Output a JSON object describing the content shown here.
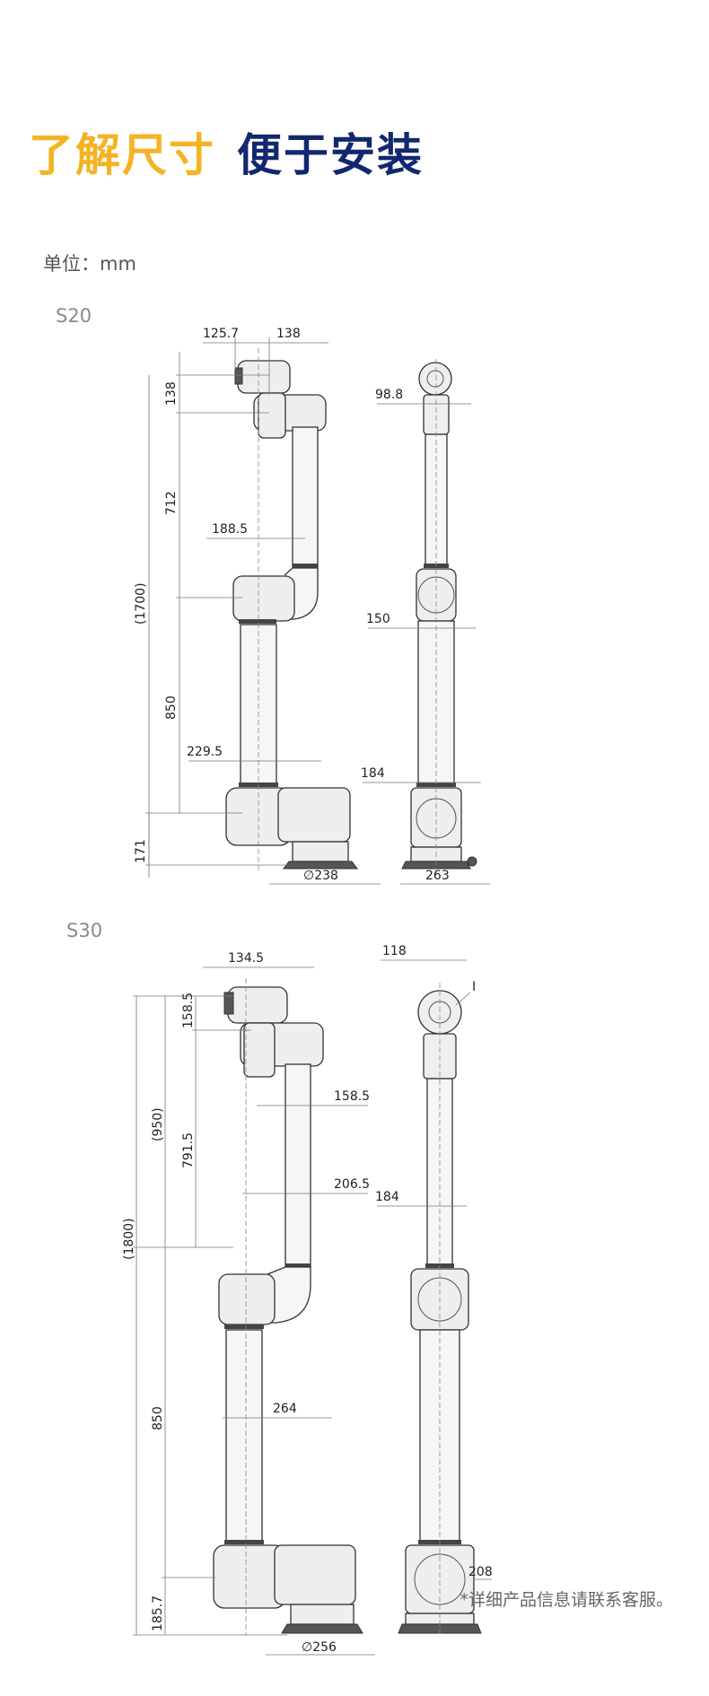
{
  "title": {
    "part1": "了解尺寸",
    "part2": "便于安装"
  },
  "unit_label": "单位：mm",
  "footnote": "*详细产品信息请联系客服。",
  "s20": {
    "label": "S20",
    "dims": {
      "d1": "125.7",
      "d2": "138",
      "d3": "138",
      "d4": "712",
      "d5": "(1700)",
      "d6": "188.5",
      "d7": "850",
      "d8": "229.5",
      "d9": "171",
      "d10": "∅238",
      "d11": "98.8",
      "d12": "150",
      "d13": "184",
      "d14": "263"
    }
  },
  "s30": {
    "label": "S30",
    "dims": {
      "d1": "134.5",
      "d2": "158.5",
      "d3": "(950)",
      "d4": "791.5",
      "d5": "(1800)",
      "d6": "158.5",
      "d7": "206.5",
      "d8": "850",
      "d9": "264",
      "d10": "185.7",
      "d11": "∅256",
      "d12": "118",
      "d13": "I",
      "d14": "184",
      "d15": "208"
    }
  }
}
